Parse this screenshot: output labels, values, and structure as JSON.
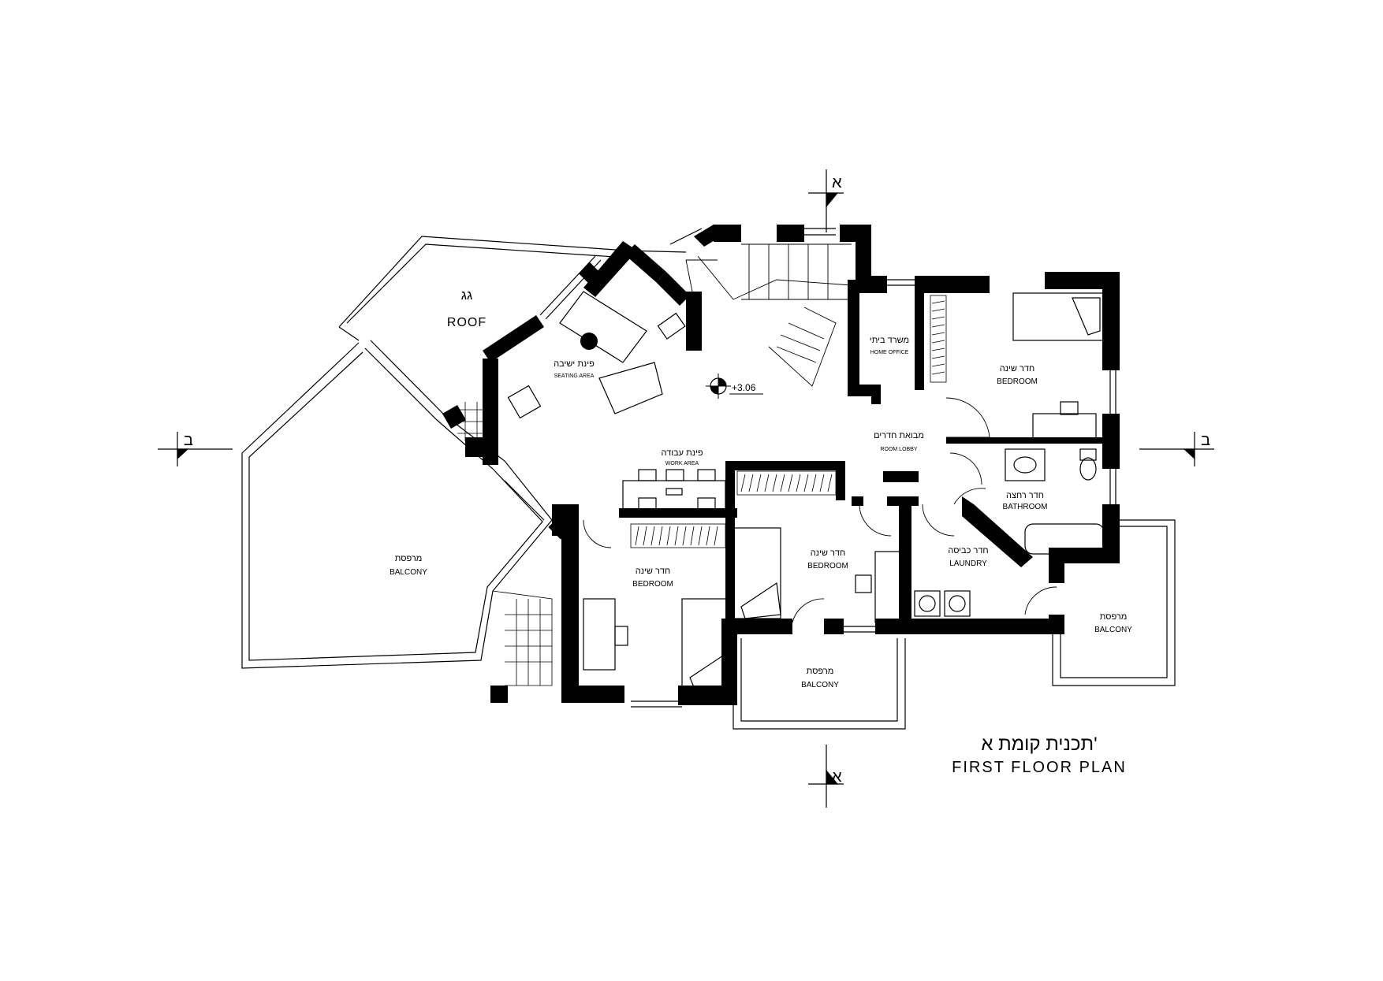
{
  "title": {
    "hebrew": "תכנית קומת א'",
    "english": "FIRST FLOOR PLAN"
  },
  "rooms": {
    "roof": {
      "hebrew": "גג",
      "english": "ROOF"
    },
    "seating": {
      "hebrew": "פינת ישיבה",
      "english": "SEATING AREA"
    },
    "office": {
      "hebrew": "משרד ביתי",
      "english": "HOME OFFICE"
    },
    "bedroom_ne": {
      "hebrew": "חדר שינה",
      "english": "BEDROOM"
    },
    "lobby": {
      "hebrew": "מבואת חדרים",
      "english": "ROOM LOBBY"
    },
    "work": {
      "hebrew": "פינת עבודה",
      "english": "WORK AREA"
    },
    "bathroom": {
      "hebrew": "חדר רחצה",
      "english": "BATHROOM"
    },
    "laundry": {
      "hebrew": "חדר כביסה",
      "english": "LAUNDRY"
    },
    "bedroom_mid": {
      "hebrew": "חדר שינה",
      "english": "BEDROOM"
    },
    "bedroom_sw": {
      "hebrew": "חדר שינה",
      "english": "BEDROOM"
    },
    "balcony_w": {
      "hebrew": "מרפסת",
      "english": "BALCONY"
    },
    "balcony_s": {
      "hebrew": "מרפסת",
      "english": "BALCONY"
    },
    "balcony_e": {
      "hebrew": "מרפסת",
      "english": "BALCONY"
    }
  },
  "level": "+3.06",
  "section_marks": {
    "a": "א",
    "b": "ב"
  }
}
